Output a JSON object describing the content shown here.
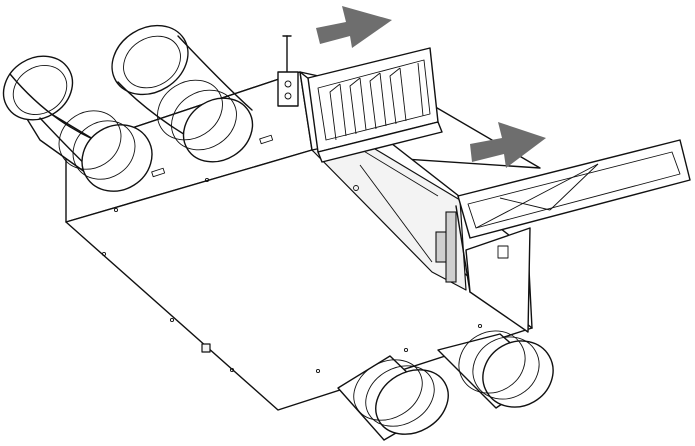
{
  "figure": {
    "arrow_color": "#6e6e6e",
    "line_color": "#111111",
    "icons": [
      "airflow-arrow",
      "duct-spigot",
      "filter-cassette",
      "filter-drawer",
      "access-panel",
      "hanging-rod"
    ]
  }
}
